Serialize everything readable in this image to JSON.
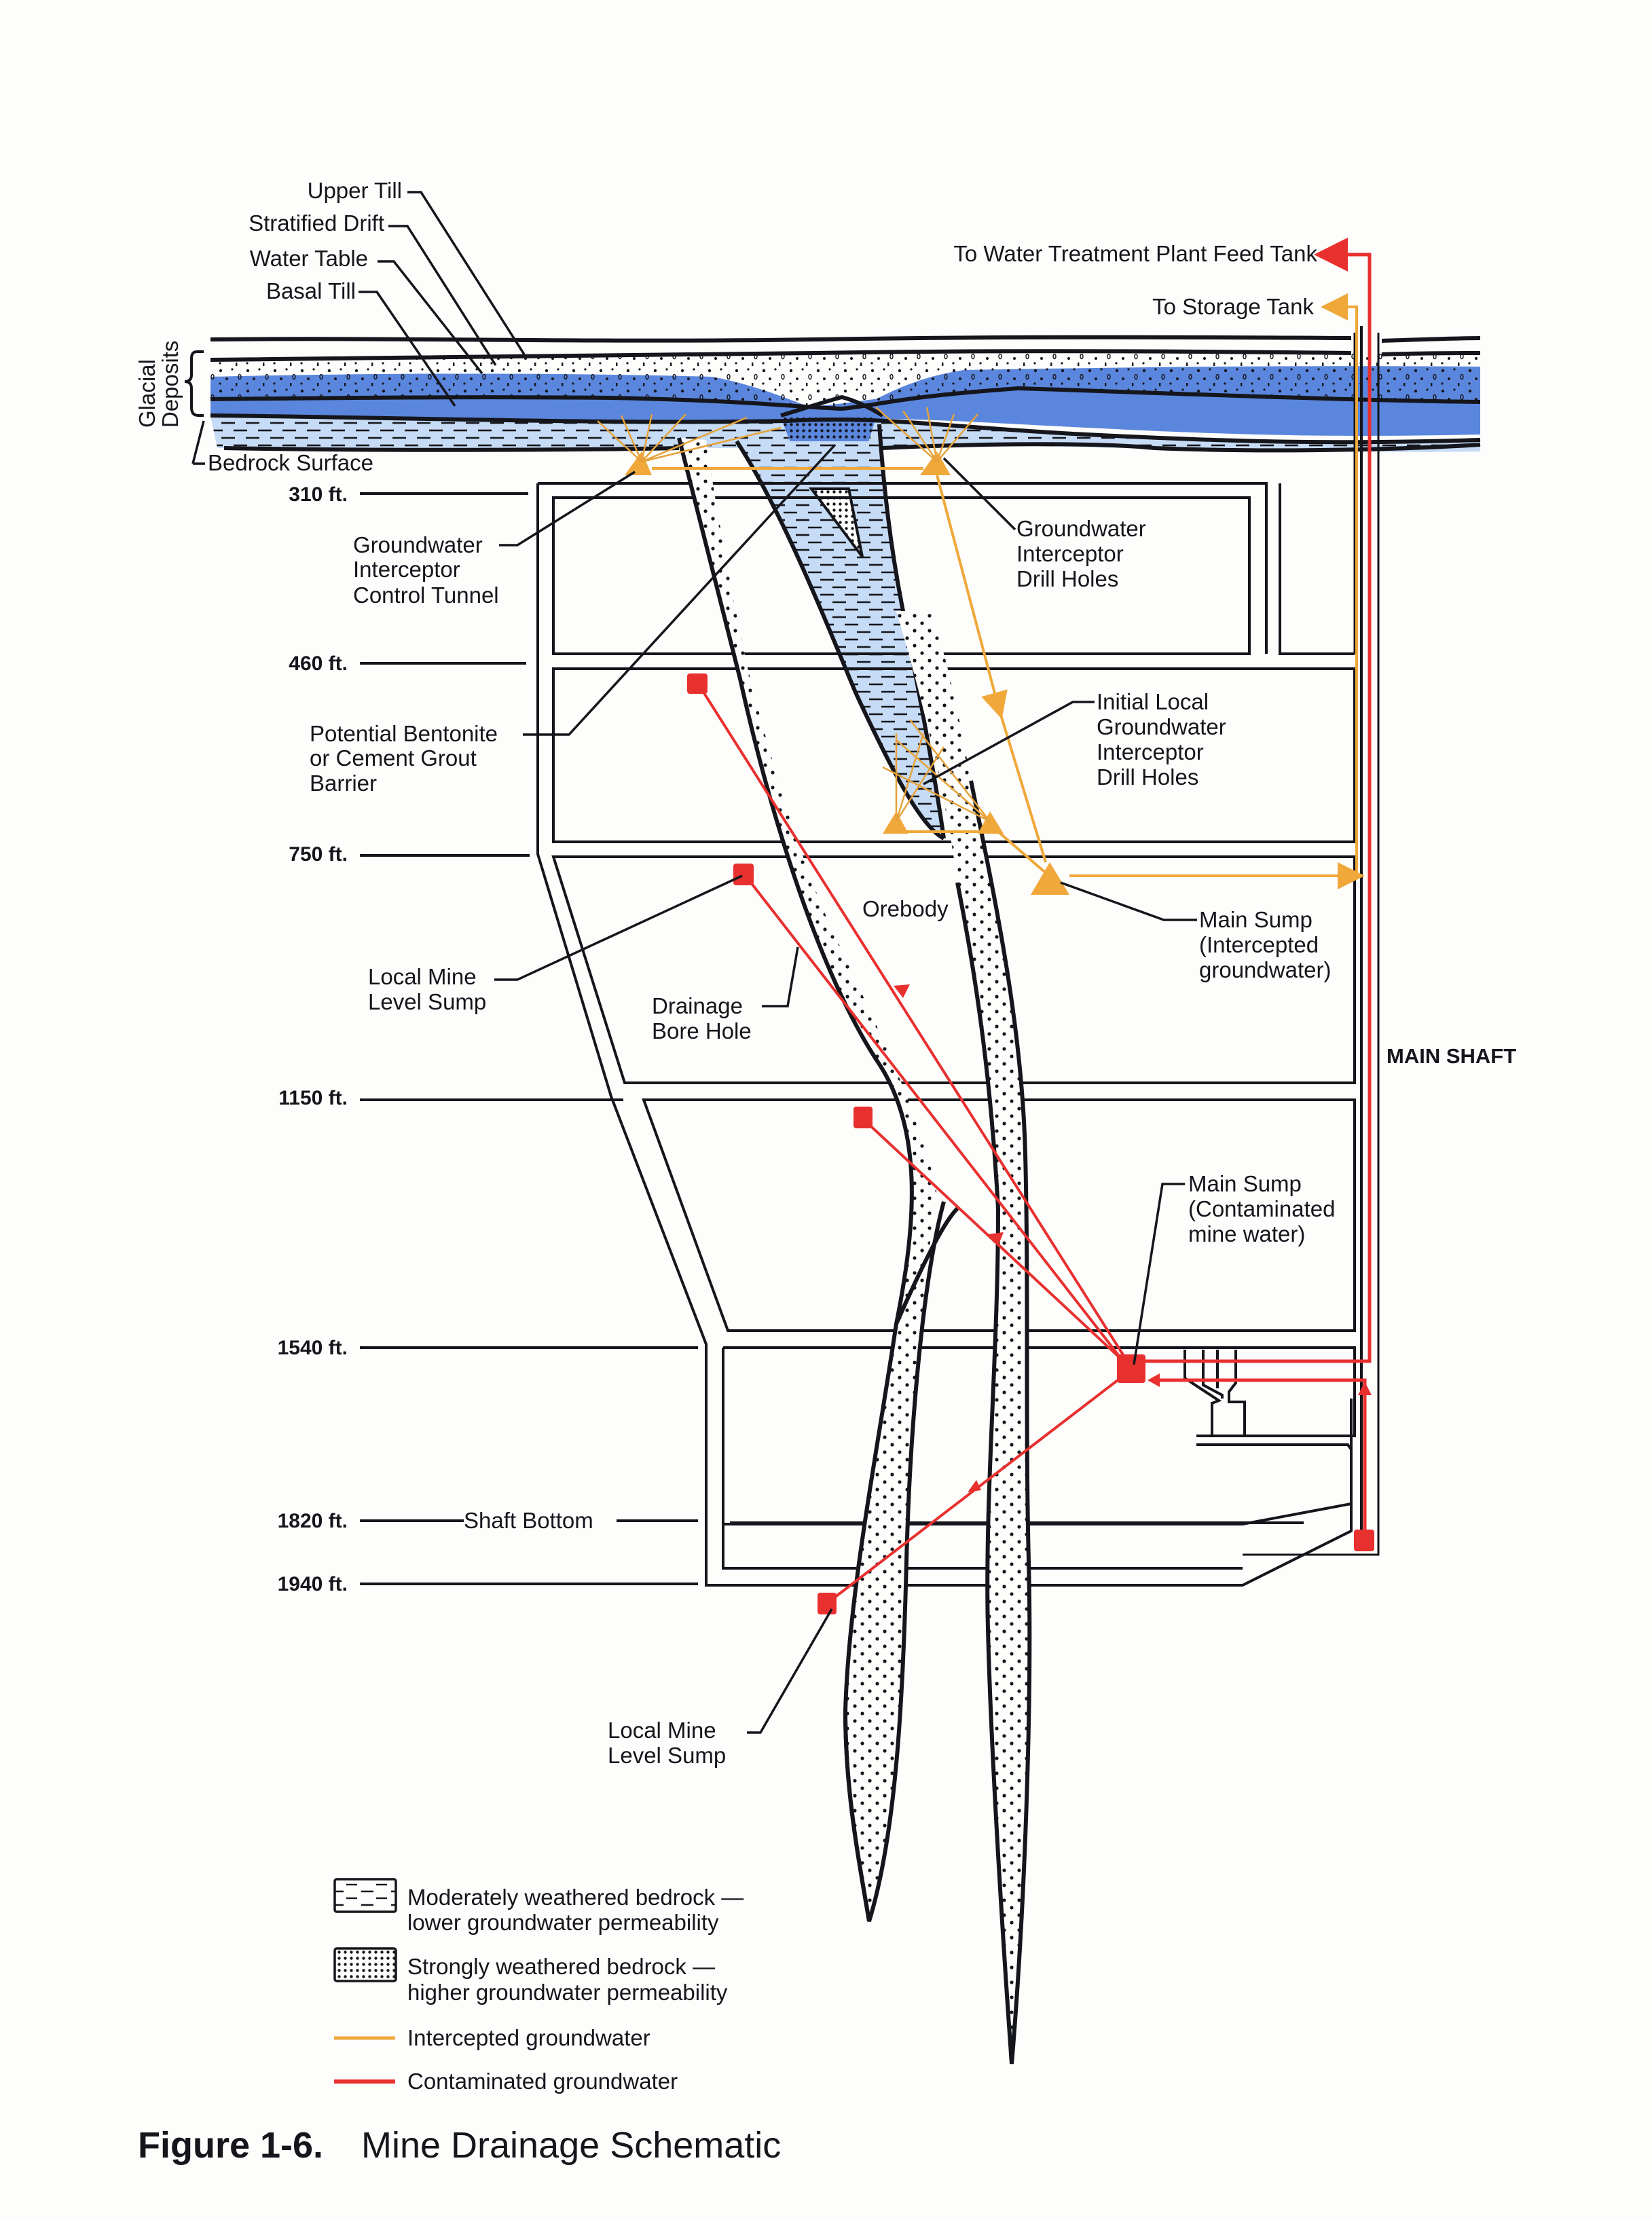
{
  "figure": {
    "caption_number": "Figure 1-6.",
    "caption_title": "Mine Drainage Schematic"
  },
  "colors": {
    "glacial_blue": "#5b86dd",
    "bedrock_light_blue": "#c6dbf5",
    "intercepted_groundwater": "#f0a83a",
    "contaminated_groundwater": "#e8302f",
    "ink": "#15161c"
  },
  "glacial": {
    "group_label_line1": "Glacial",
    "group_label_line2": "Deposits",
    "layers": [
      "Upper Till",
      "Stratified Drift",
      "Water Table",
      "Basal Till"
    ],
    "bedrock_surface": "Bedrock Surface"
  },
  "depths": [
    "310 ft.",
    "460 ft.",
    "750 ft.",
    "1150 ft.",
    "1540 ft.",
    "1820 ft.",
    "1940 ft."
  ],
  "shaft_bottom": "Shaft Bottom",
  "main_shaft": "MAIN SHAFT",
  "outlets": {
    "treatment": "To Water Treatment Plant Feed Tank",
    "storage": "To Storage Tank"
  },
  "callouts": {
    "control_tunnel": [
      "Groundwater",
      "Interceptor",
      "Control Tunnel"
    ],
    "grout_barrier": [
      "Potential Bentonite",
      "or Cement Grout",
      "Barrier"
    ],
    "interceptor_drill_holes": [
      "Groundwater",
      "Interceptor",
      "Drill Holes"
    ],
    "initial_local": [
      "Initial Local",
      "Groundwater",
      "Interceptor",
      "Drill Holes"
    ],
    "main_sump_intercepted": [
      "Main Sump",
      "(Intercepted",
      "groundwater)"
    ],
    "orebody": "Orebody",
    "drainage_bore_hole": [
      "Drainage",
      "Bore Hole"
    ],
    "local_sump_upper": [
      "Local Mine",
      "Level Sump"
    ],
    "main_sump_contaminated": [
      "Main Sump",
      "(Contaminated",
      "mine water)"
    ],
    "local_sump_lower": [
      "Local Mine",
      "Level Sump"
    ]
  },
  "legend": [
    {
      "swatch": "dashed-light-blue",
      "line1": "Moderately weathered bedrock —",
      "line2": "lower groundwater permeability"
    },
    {
      "swatch": "dense-dots",
      "line1": "Strongly weathered bedrock —",
      "line2": "higher groundwater permeability"
    },
    {
      "swatch": "orange-line",
      "line1": "Intercepted groundwater"
    },
    {
      "swatch": "red-line",
      "line1": "Contaminated groundwater"
    }
  ]
}
